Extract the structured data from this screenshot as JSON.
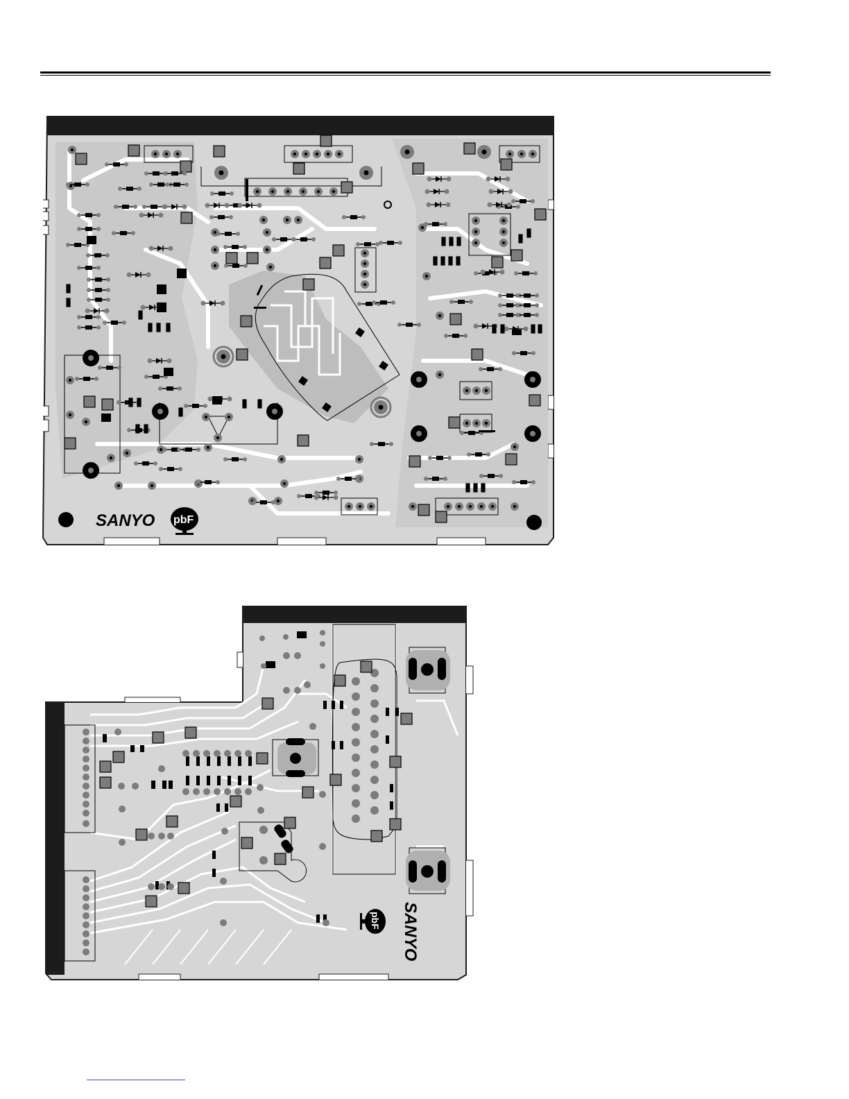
{
  "page": {
    "header_rule": "double",
    "footer_link_color": "#3b4fb5"
  },
  "boards": [
    {
      "id": "board-top",
      "view": "foil side",
      "brand": "SANYO",
      "lead_free_mark": "pbF",
      "colors": {
        "board": "#d6d6d6",
        "trace": "#ffffff",
        "pad": "#7c7c7c",
        "hole": "#000000",
        "edge": "#1c1c1c"
      }
    },
    {
      "id": "board-bottom",
      "view": "foil side",
      "brand": "SANYO",
      "lead_free_mark": "pbF",
      "colors": {
        "board": "#d6d6d6",
        "trace": "#ffffff",
        "pad": "#7c7c7c",
        "hole": "#000000",
        "edge": "#1c1c1c"
      }
    }
  ]
}
